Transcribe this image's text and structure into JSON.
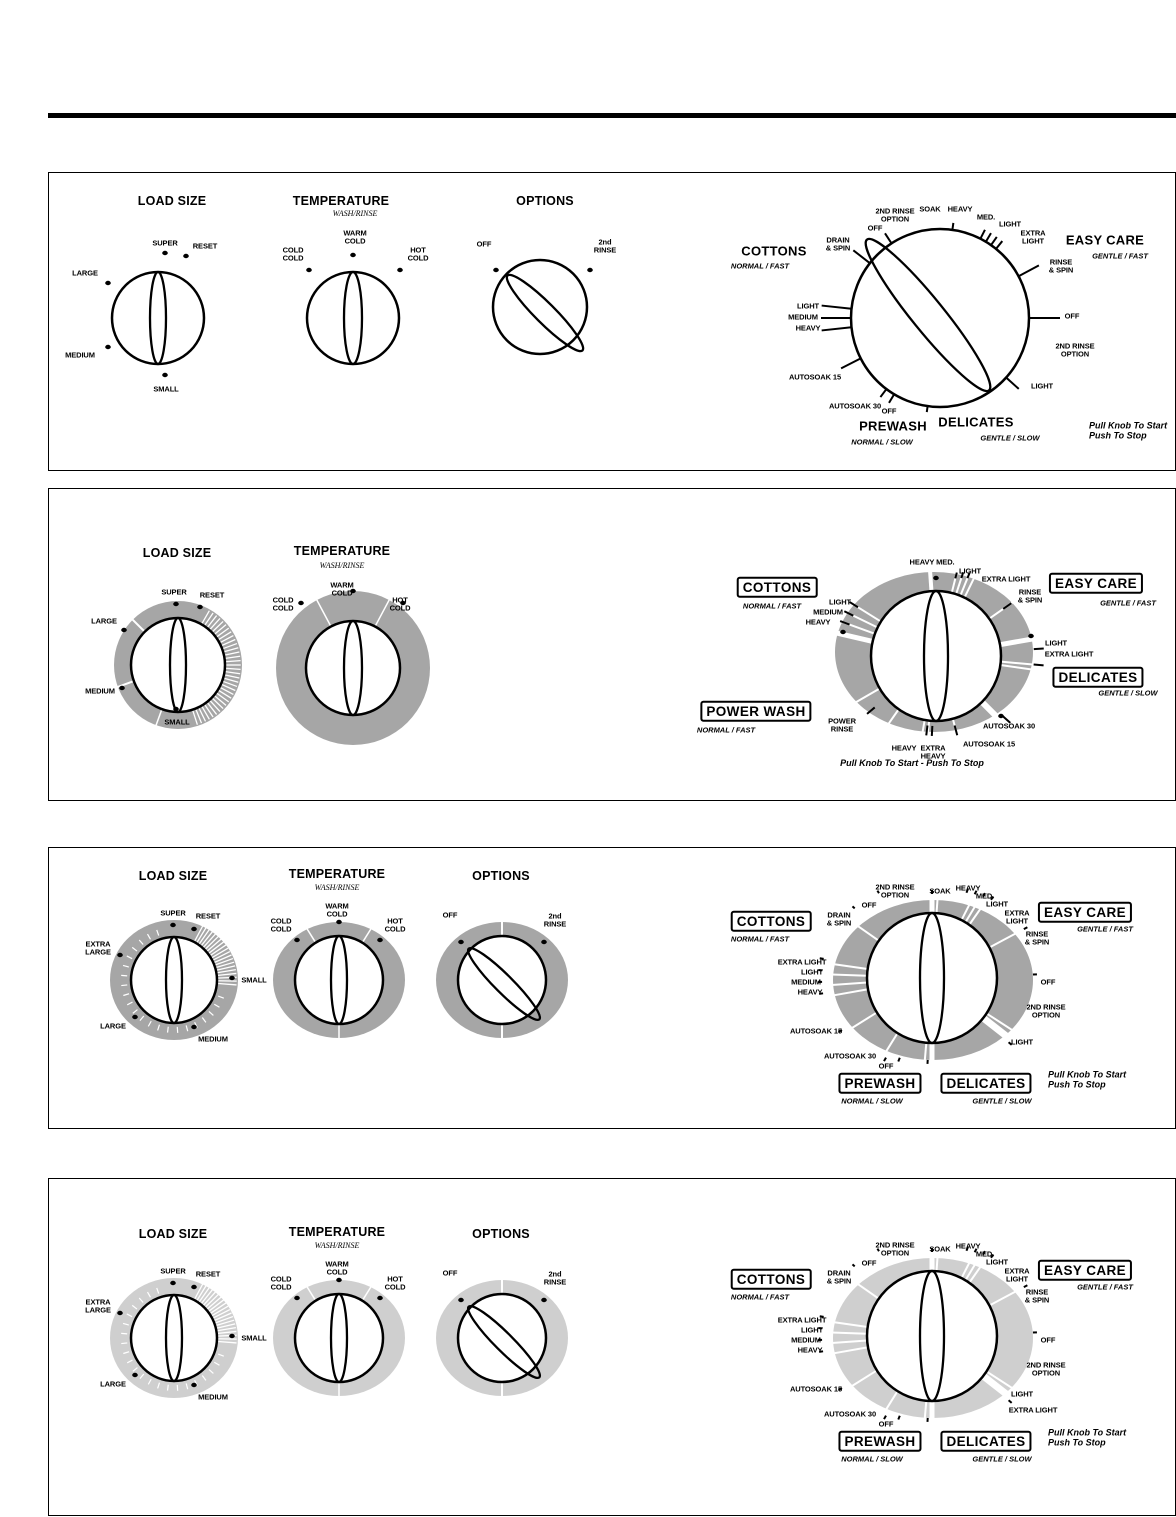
{
  "colors": {
    "ring_dark": "#a6a6a6",
    "ring_light": "#cfcfcf",
    "line": "#000000"
  },
  "panels": [
    {
      "load_size": {
        "title": "LOAD SIZE",
        "super": "SUPER",
        "reset": "RESET",
        "large": "LARGE",
        "medium": "MEDIUM",
        "small": "SMALL"
      },
      "temperature": {
        "title": "TEMPERATURE",
        "subtitle": "WASH/RINSE",
        "cold_cold": "COLD\nCOLD",
        "warm_cold": "WARM\nCOLD",
        "hot_cold": "HOT\nCOLD"
      },
      "options": {
        "title": "OPTIONS",
        "off": "OFF",
        "second_rinse": "2nd\nRINSE"
      },
      "cycle": {
        "cottons": "COTTONS",
        "cottons_speed": "NORMAL / FAST",
        "easy_care": "EASY CARE",
        "easy_care_speed": "GENTLE / FAST",
        "prewash": "PREWASH",
        "prewash_speed": "NORMAL / SLOW",
        "delicates": "DELICATES",
        "delicates_speed": "GENTLE / SLOW",
        "pull_push": "Pull Knob To Start\nPush To Stop",
        "settings": [
          "2ND RINSE\nOPTION",
          "SOAK",
          "HEAVY",
          "MED.",
          "LIGHT",
          "EXTRA\nLIGHT",
          "RINSE\n& SPIN",
          "OFF",
          "2ND RINSE\nOPTION",
          "LIGHT",
          "OFF",
          "AUTOSOAK 30",
          "AUTOSOAK 15",
          "HEAVY",
          "MEDIUM",
          "LIGHT",
          "DRAIN\n& SPIN",
          "OFF"
        ]
      }
    },
    {
      "load_size": {
        "title": "LOAD SIZE",
        "super": "SUPER",
        "reset": "RESET",
        "large": "LARGE",
        "medium": "MEDIUM",
        "small": "SMALL"
      },
      "temperature": {
        "title": "TEMPERATURE",
        "subtitle": "WASH/RINSE",
        "cold_cold": "COLD\nCOLD",
        "warm_cold": "WARM\nCOLD",
        "hot_cold": "HOT\nCOLD"
      },
      "cycle": {
        "cottons": "COTTONS",
        "cottons_speed": "NORMAL / FAST",
        "power_wash": "POWER WASH",
        "power_wash_speed": "NORMAL / FAST",
        "easy_care": "EASY CARE",
        "easy_care_speed": "GENTLE / FAST",
        "delicates": "DELICATES",
        "delicates_speed": "GENTLE / SLOW",
        "pull_push": "Pull Knob To Start - Push To Stop",
        "settings": [
          "HEAVY MED.",
          "LIGHT",
          "EXTRA LIGHT",
          "RINSE\n& SPIN",
          "LIGHT",
          "EXTRA LIGHT",
          "AUTOSOAK 30",
          "AUTOSOAK 15",
          "EXTRA\nHEAVY",
          "HEAVY",
          "POWER\nRINSE",
          "HEAVY",
          "MEDIUM",
          "LIGHT"
        ]
      }
    },
    {
      "load_size": {
        "title": "LOAD SIZE",
        "super": "SUPER",
        "reset": "RESET",
        "extra_large": "EXTRA\nLARGE",
        "small": "SMALL",
        "large": "LARGE",
        "medium": "MEDIUM"
      },
      "temperature": {
        "title": "TEMPERATURE",
        "subtitle": "WASH/RINSE",
        "cold_cold": "COLD\nCOLD",
        "warm_cold": "WARM\nCOLD",
        "hot_cold": "HOT\nCOLD"
      },
      "options": {
        "title": "OPTIONS",
        "off": "OFF",
        "second_rinse": "2nd\nRINSE"
      },
      "cycle": {
        "cottons": "COTTONS",
        "cottons_speed": "NORMAL / FAST",
        "easy_care": "EASY CARE",
        "easy_care_speed": "GENTLE / FAST",
        "prewash": "PREWASH",
        "prewash_speed": "NORMAL / SLOW",
        "delicates": "DELICATES",
        "delicates_speed": "GENTLE / SLOW",
        "pull_push": "Pull Knob To Start\nPush To Stop",
        "settings": [
          "2ND RINSE\nOPTION",
          "SOAK",
          "HEAVY",
          "MED.",
          "LIGHT",
          "EXTRA\nLIGHT",
          "RINSE\n& SPIN",
          "OFF",
          "2ND RINSE\nOPTION",
          "LIGHT",
          "OFF",
          "AUTOSOAK 30",
          "AUTOSOAK 15",
          "HEAVY",
          "MEDIUM",
          "LIGHT",
          "EXTRA LIGHT",
          "DRAIN\n& SPIN",
          "OFF"
        ]
      }
    },
    {
      "load_size": {
        "title": "LOAD SIZE",
        "super": "SUPER",
        "reset": "RESET",
        "extra_large": "EXTRA\nLARGE",
        "small": "SMALL",
        "large": "LARGE",
        "medium": "MEDIUM"
      },
      "temperature": {
        "title": "TEMPERATURE",
        "subtitle": "WASH/RINSE",
        "cold_cold": "COLD\nCOLD",
        "warm_cold": "WARM\nCOLD",
        "hot_cold": "HOT\nCOLD"
      },
      "options": {
        "title": "OPTIONS",
        "off": "OFF",
        "second_rinse": "2nd\nRINSE"
      },
      "cycle": {
        "cottons": "COTTONS",
        "cottons_speed": "NORMAL / FAST",
        "easy_care": "EASY CARE",
        "easy_care_speed": "GENTLE / FAST",
        "prewash": "PREWASH",
        "prewash_speed": "NORMAL / SLOW",
        "delicates": "DELICATES",
        "delicates_speed": "GENTLE / SLOW",
        "pull_push": "Pull Knob To Start\nPush To Stop",
        "settings": [
          "2ND RINSE\nOPTION",
          "SOAK",
          "HEAVY",
          "MED.",
          "LIGHT",
          "EXTRA\nLIGHT",
          "RINSE\n& SPIN",
          "OFF",
          "2ND RINSE\nOPTION",
          "LIGHT",
          "OFF",
          "AUTOSOAK 30",
          "AUTOSOAK 15",
          "HEAVY",
          "MEDIUM",
          "LIGHT",
          "EXTRA LIGHT",
          "DRAIN\n& SPIN",
          "OFF",
          "EXTRA LIGHT"
        ]
      }
    }
  ]
}
